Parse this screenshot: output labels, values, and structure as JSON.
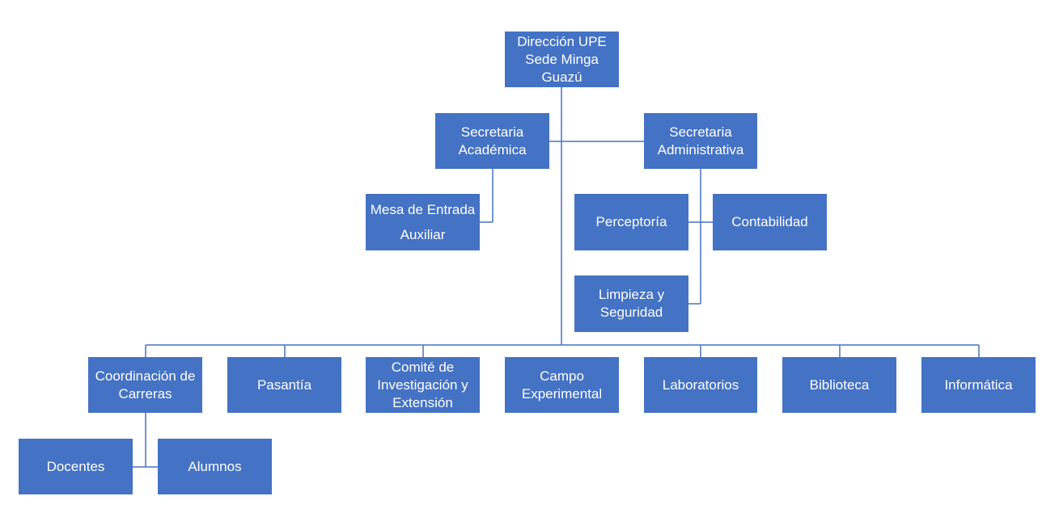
{
  "colors": {
    "box_fill": "#4472c4",
    "connector": "#4472c4",
    "text": "#ffffff"
  },
  "nodes": {
    "direccion": "Dirección UPE\nSede Minga\nGuazú",
    "sec_academica": "Secretaria\nAcadémica",
    "sec_administrativa": "Secretaria\nAdministrativa",
    "mesa_entrada": "Mesa de Entrada\nAuxiliar",
    "perceptoria": "Perceptoría",
    "contabilidad": "Contabilidad",
    "limpieza": "Limpieza y\nSeguridad",
    "coordinacion": "Coordinación de\nCarreras",
    "pasantia": "Pasantía",
    "comite": "Comité de\nInvestigación y\nExtensión",
    "campo": "Campo\nExperimental",
    "laboratorios": "Laboratorios",
    "biblioteca": "Biblioteca",
    "informatica": "Informática",
    "docentes": "Docentes",
    "alumnos": "Alumnos"
  }
}
